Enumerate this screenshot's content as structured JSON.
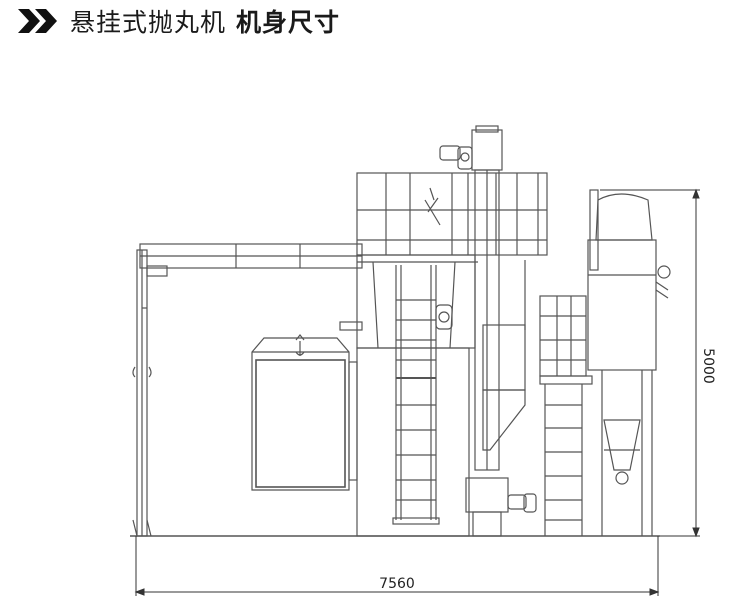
{
  "header": {
    "title_main": "悬挂式抛丸机",
    "title_bold": "机身尺寸",
    "marker_icon": "double-chevron-icon"
  },
  "drawing": {
    "width_dimension": "7560",
    "height_dimension": "5000",
    "line_color": "#555555",
    "accent_color": "#111111"
  }
}
